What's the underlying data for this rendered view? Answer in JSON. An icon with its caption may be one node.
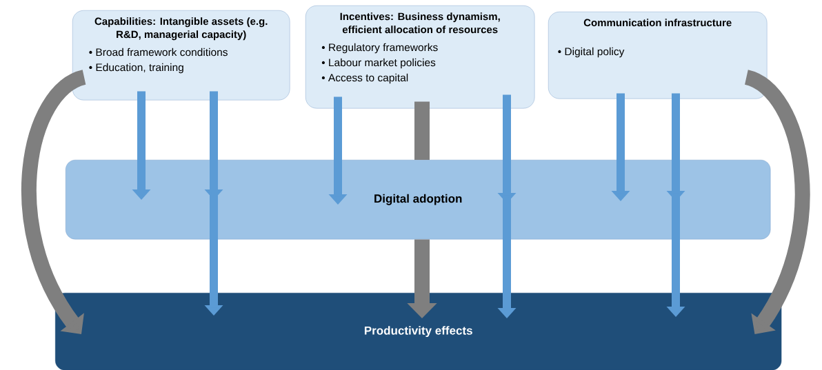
{
  "diagram": {
    "nodes": [
      {
        "text": [
          "Capabilities: Intangible assets (e.g. R&D, managerial capacity)",
          "• Broad framework conditions",
          "• Education, training"
        ]
      },
      {
        "text": [
          "Incentives: Business dynamism, efficient allocation of resources",
          "• Regulatory frameworks",
          "• Labour market policies",
          "• Access to capital"
        ]
      },
      {
        "text": [
          "Communication infrastructure",
          "• Digital policy"
        ]
      },
      {
        "text": [
          "Digital adoption"
        ]
      },
      {
        "text": [
          "Productivity effects"
        ]
      }
    ],
    "edges": [
      {
        "from": 0,
        "to": 3,
        "arrow": "to"
      },
      {
        "from": 0,
        "to": 3,
        "arrow": "to"
      },
      {
        "from": 3,
        "to": 4,
        "arrow": "to"
      },
      {
        "from": 0,
        "to": 4,
        "arrow": "to",
        "style": "thick",
        "color": "#7f7f7f"
      },
      {
        "from": 1,
        "to": 3,
        "arrow": "to"
      },
      {
        "from": 1,
        "to": 3,
        "arrow": "none",
        "style": "thick",
        "color": "#7f7f7f"
      },
      {
        "from": 3,
        "to": 4,
        "arrow": "to",
        "style": "thick",
        "color": "#7f7f7f"
      },
      {
        "from": 1,
        "to": 3,
        "arrow": "to"
      },
      {
        "from": 3,
        "to": 4,
        "arrow": "to"
      },
      {
        "from": 2,
        "to": 3,
        "arrow": "to"
      },
      {
        "from": 2,
        "to": 3,
        "arrow": "to"
      },
      {
        "from": 3,
        "to": 4,
        "arrow": "to"
      },
      {
        "from": 2,
        "to": 4,
        "arrow": "to",
        "style": "thick",
        "color": "#7f7f7f"
      }
    ]
  }
}
